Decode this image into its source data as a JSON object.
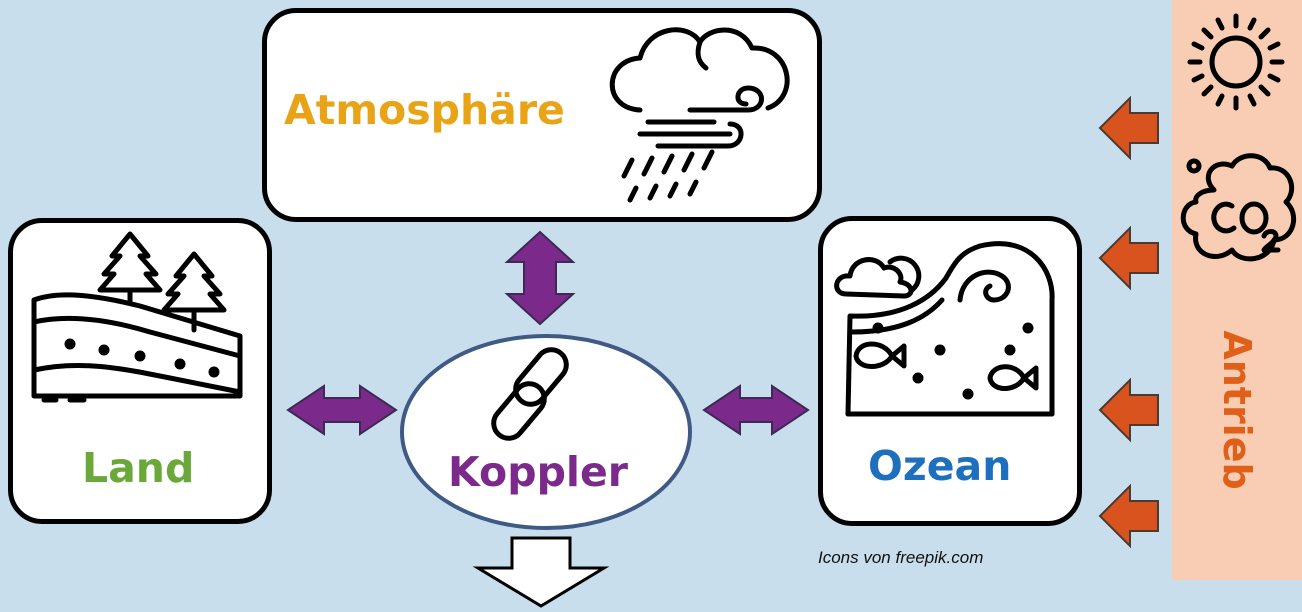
{
  "components": {
    "atmosphere": {
      "label": "Atmosphäre",
      "color": "#e8a316",
      "icon": "cloud-rain-wind-icon"
    },
    "land": {
      "label": "Land",
      "color": "#6aa839",
      "icon": "forest-soil-layers-icon"
    },
    "coupler": {
      "label": "Koppler",
      "color": "#7b2a8b",
      "icon": "chain-link-icon"
    },
    "ocean": {
      "label": "Ozean",
      "color": "#1f6fbf",
      "icon": "ocean-wave-fish-icon"
    }
  },
  "forcing": {
    "label": "Antrieb",
    "color": "#e0601a",
    "panel_color": "#f8cdb4",
    "icons": [
      "sun-icon",
      "co2-cloud-icon"
    ]
  },
  "credit": "Icons von freepik.com",
  "arrow_colors": {
    "coupling": "#7b2a8b",
    "forcing": "#d9531e",
    "output": "#ffffff"
  }
}
